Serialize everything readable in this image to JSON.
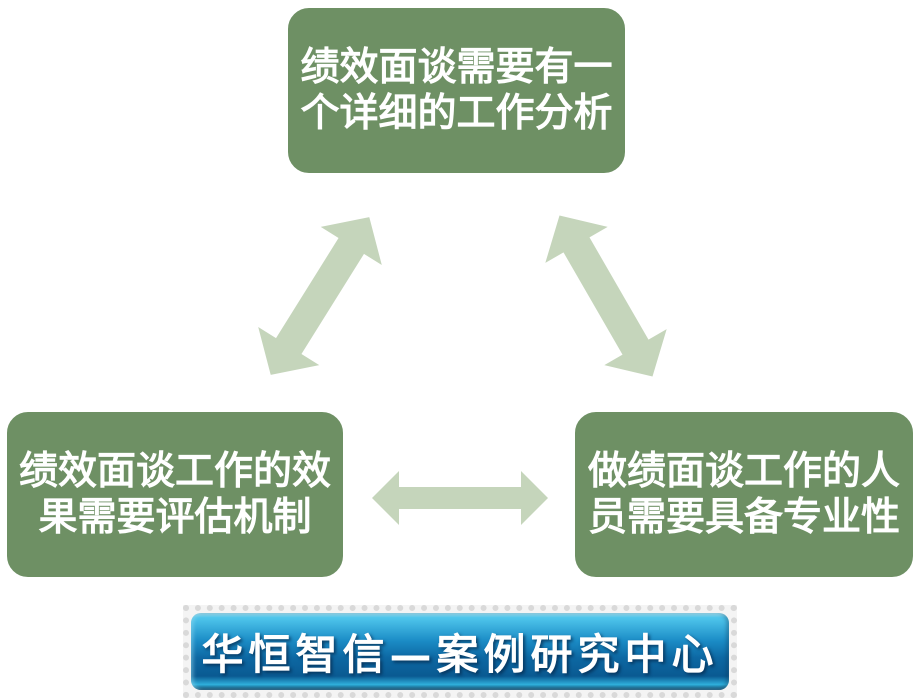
{
  "diagram": {
    "boxes": {
      "top": {
        "line1": "绩效面谈需要有一",
        "line2": "个详细的工作分析",
        "full_text": "绩效面谈需要有一个详细的工作分析"
      },
      "left": {
        "line1": "绩效面谈工作的效",
        "line2": "果需要评估机制",
        "full_text": "绩效面谈工作的效果需要评估机制"
      },
      "right": {
        "line1": "做绩面谈工作的人",
        "line2": "员需要具备专业性",
        "full_text": "做绩面谈工作的人员需要具备专业性"
      }
    },
    "arrows": [
      {
        "name": "double-arrow-top-left-diagonal",
        "connects": [
          "top",
          "left"
        ],
        "direction": "bidirectional"
      },
      {
        "name": "double-arrow-top-right-diagonal",
        "connects": [
          "top",
          "right"
        ],
        "direction": "bidirectional"
      },
      {
        "name": "double-arrow-horizontal",
        "connects": [
          "left",
          "right"
        ],
        "direction": "bidirectional"
      }
    ]
  },
  "footer_banner": {
    "text": "华恒智信—案例研究中心"
  },
  "colors": {
    "background": "#ffffff",
    "box_fill": "#6e9064",
    "box_border": "#ffffff",
    "box_text": "#ffffff",
    "arrow_fill": "#c5d5bb",
    "banner_gradient_top": "#4fc6ec",
    "banner_gradient_mid": "#0d68a3",
    "banner_gradient_bottom": "#0a5a92",
    "banner_frame_dotted": "#d9d9d9",
    "banner_text": "#ffffff"
  }
}
